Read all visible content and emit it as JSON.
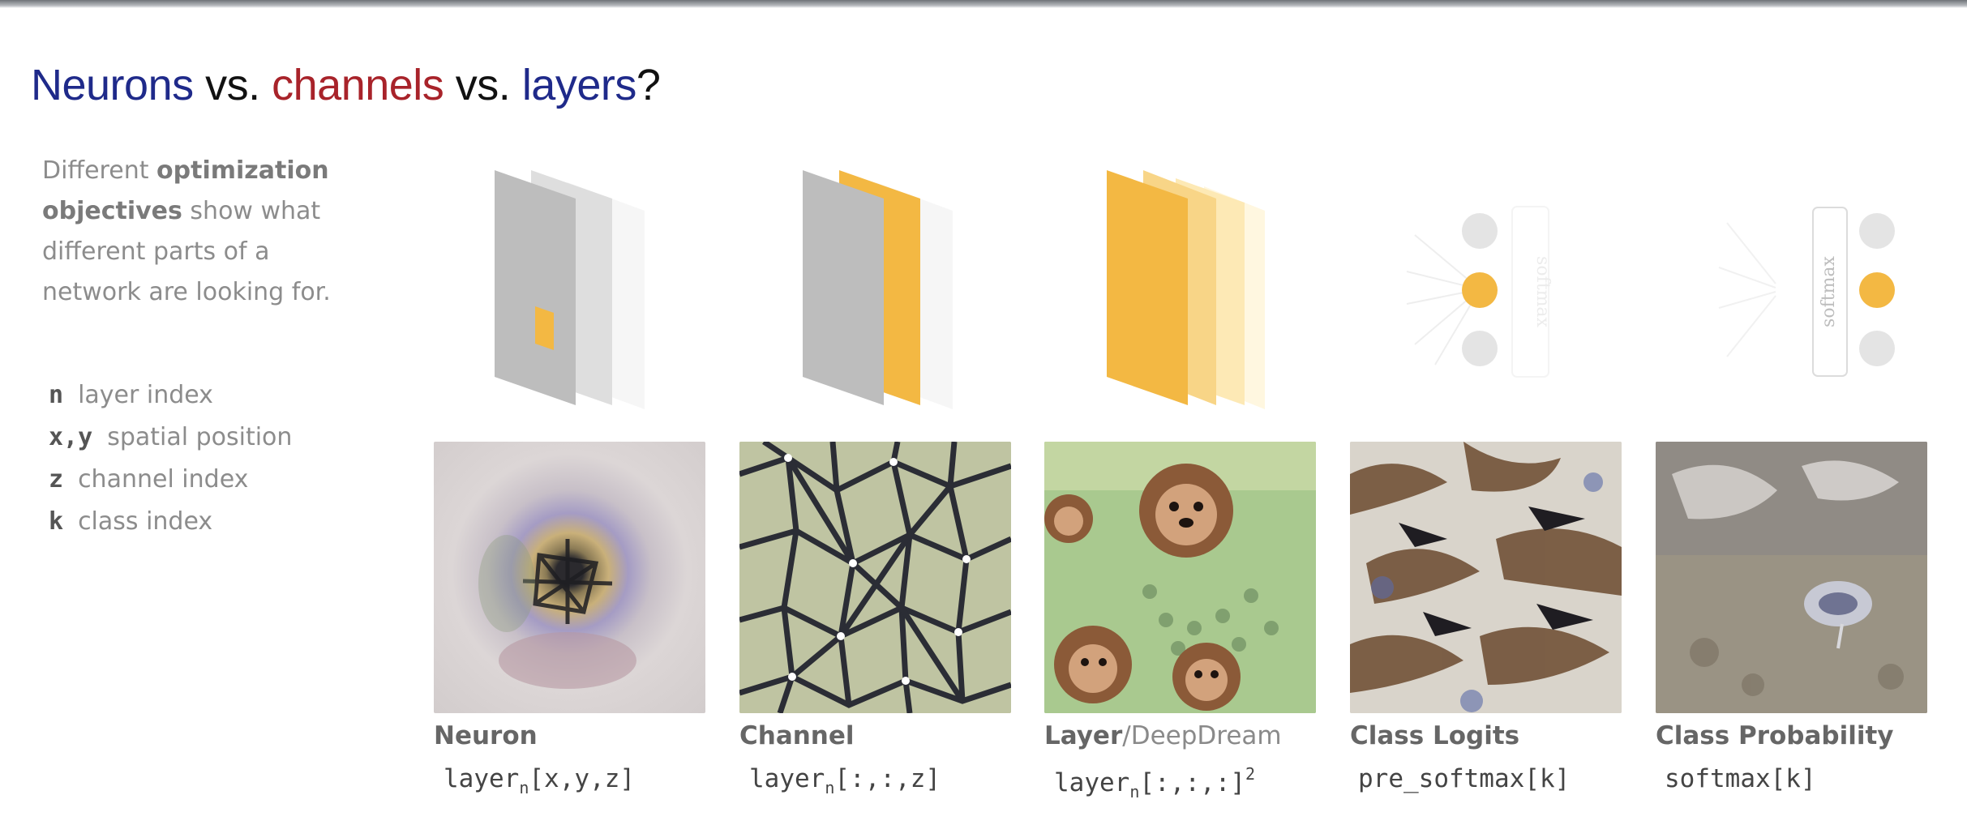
{
  "title": {
    "part1": "Neurons",
    "sep1": " vs. ",
    "part2": "channels",
    "sep2": " vs. ",
    "part3": "layers",
    "end": "?"
  },
  "description": {
    "pre": "Different ",
    "bold": "optimization objectives",
    "post": " show what different parts of a network are looking for."
  },
  "legend": [
    {
      "key": "n",
      "label": "layer index"
    },
    {
      "key": "x,y",
      "label": "spatial position"
    },
    {
      "key": "z",
      "label": "channel index"
    },
    {
      "key": "k",
      "label": "class index"
    }
  ],
  "softmax_label": "softmax",
  "columns": [
    {
      "name": "Neuron",
      "code_pre": "layer",
      "code_sub": "n",
      "code_post": "[x,y,z]",
      "code_sup": "",
      "image": "neuron-visualization"
    },
    {
      "name": "Channel",
      "code_pre": "layer",
      "code_sub": "n",
      "code_post": "[:,:,z]",
      "code_sup": "",
      "image": "channel-visualization"
    },
    {
      "name": "Layer",
      "name_light": "/DeepDream",
      "code_pre": "layer",
      "code_sub": "n",
      "code_post": "[:,:,:]",
      "code_sup": "2",
      "image": "deepdream-dogs"
    },
    {
      "name": "Class Logits",
      "code_pre": "pre_softmax[k]",
      "image": "class-logits-wolves"
    },
    {
      "name": "Class Probability",
      "code_pre": "softmax[k]",
      "image": "class-probability"
    }
  ],
  "colors": {
    "accent": "#f3b843",
    "gray": "#bdbdbd",
    "title_blue": "#1f2a8a",
    "title_red": "#a8232a"
  }
}
